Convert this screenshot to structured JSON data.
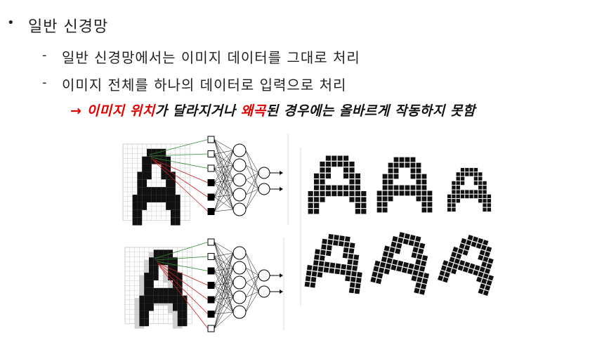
{
  "bullet": {
    "marker": "•",
    "title": "일반 신경망"
  },
  "subitems": [
    {
      "dash": "-",
      "text": "일반 신경망에서는 이미지 데이터를 그대로 처리"
    },
    {
      "dash": "-",
      "text": "이미지 전체를 하나의 데이터로 입력으로 처리"
    }
  ],
  "note": {
    "arrow_part": "→ 이미지 위치",
    "part2": "가 달라지거나 ",
    "red_word": "왜곡",
    "part3": "된 경우에는 올바르게 작동하지 못함"
  },
  "colors": {
    "accent": "#e00000",
    "text": "#222222",
    "pixel": "#111111",
    "grid": "#c8c8c8",
    "green_line": "#2e8b2e",
    "red_line": "#cc2222"
  }
}
